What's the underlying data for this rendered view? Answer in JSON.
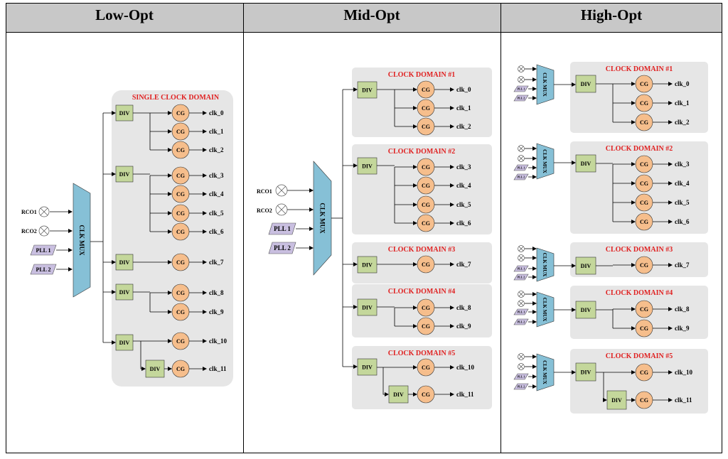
{
  "headers": [
    "Low-Opt",
    "Mid-Opt",
    "High-Opt"
  ],
  "labels": {
    "single_domain": "SINGLE CLOCK DOMAIN",
    "div": "DIV",
    "cg": "CG",
    "mux": "CLK MUX",
    "rco1": "RCO1",
    "rco2": "RCO2",
    "pll1": "PLL 1",
    "pll2": "PLL 2"
  },
  "domains": [
    "CLOCK DOMAIN #1",
    "CLOCK DOMAIN #2",
    "CLOCK DOMAIN #3",
    "CLOCK DOMAIN #4",
    "CLOCK DOMAIN #5"
  ],
  "clocks": [
    "clk_0",
    "clk_1",
    "clk_2",
    "clk_3",
    "clk_4",
    "clk_5",
    "clk_6",
    "clk_7",
    "clk_8",
    "clk_9",
    "clk_10",
    "clk_11"
  ],
  "colors": {
    "header_bg": "#c8c8c8",
    "domain_bg": "#e6e6e6",
    "div_fill": "#c4d79b",
    "cg_fill": "#f6be8c",
    "mux_fill": "#86c0d6",
    "pll_fill": "#c9bfe0",
    "domain_text": "#e02020"
  }
}
